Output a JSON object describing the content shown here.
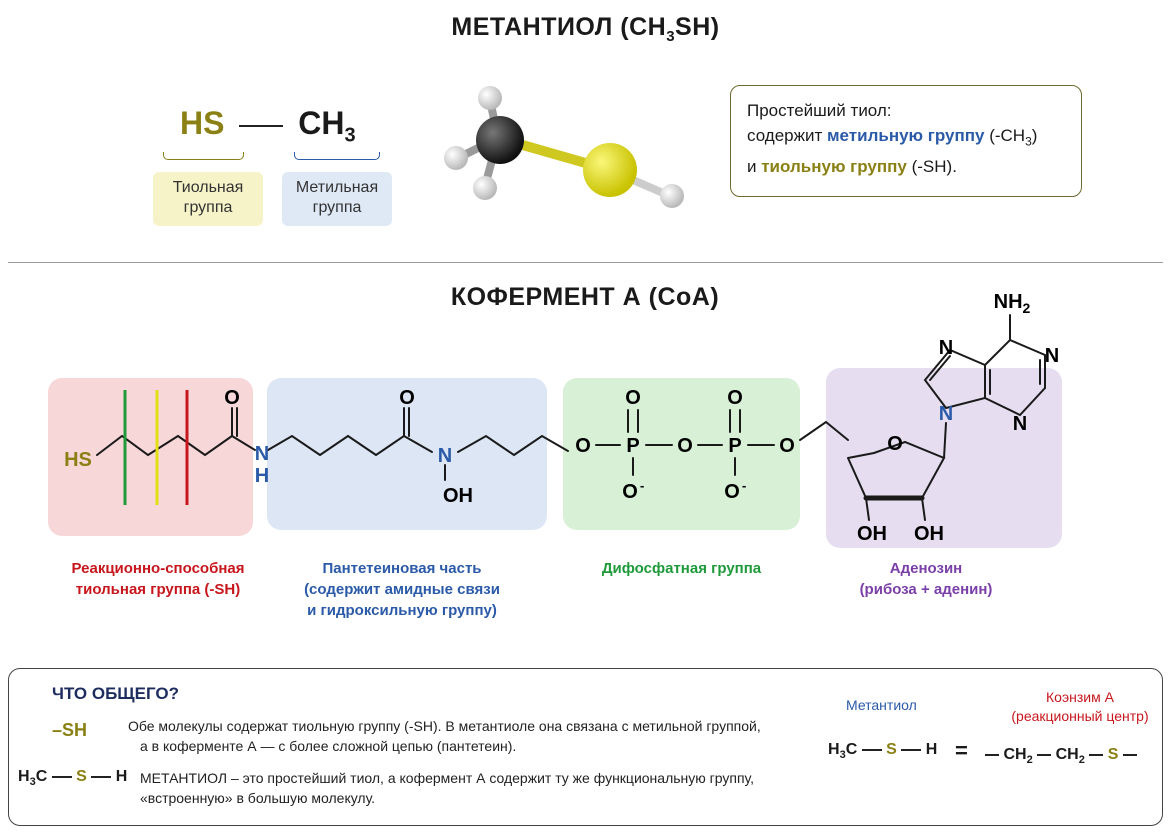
{
  "methanethiol": {
    "title_main": "МЕТАНТИОЛ (CH",
    "title_sub": "3",
    "title_end": "SH)",
    "formula_hs": "HS",
    "formula_ch": "CH",
    "formula_sub": "3",
    "thiol_group_label": "Тиольная\nгруппа",
    "methyl_group_label": "Метильная\nгруппа",
    "note_line1": "Простейший тиол:",
    "note_line2_a": "содержит ",
    "note_line2_b": "метильную группу",
    "note_line2_c": " (-CH",
    "note_line2_sub": "3",
    "note_line2_d": ")",
    "note_line3_a": "и ",
    "note_line3_b": "тиольную группу",
    "note_line3_c": " (-SH)."
  },
  "coa": {
    "title": "КОФЕРМЕНТ А (CoA)",
    "atoms": {
      "hs": "HS",
      "n_amide1": "N",
      "h_amide1": "H",
      "o1": "O",
      "o2": "O",
      "n2": "N",
      "oh": "OH",
      "o_link": "O",
      "p1": "P",
      "o_p1_top": "O",
      "o_minus1": "O",
      "o_mid": "O",
      "p2": "P",
      "o_p2_top": "O",
      "o_minus2": "O",
      "o_after": "O",
      "o_ring": "O",
      "oh_left": "OH",
      "oh_right": "OH",
      "n9": "N",
      "n7": "N",
      "n1": "N",
      "n3": "N",
      "nh2": "NH",
      "nh2_sub": "2",
      "minus": "-"
    },
    "captions": {
      "thiol": "Реакционно-способная\nтиольная группа (-SH)",
      "pantetheine": "Пантетеиновая часть\n(содержит амидные связи\nи гидроксильную группу)",
      "diphosphate": "Дифосфатная группа",
      "adenosine": "Аденозин\n(рибоза + аденин)"
    }
  },
  "common": {
    "title": "ЧТО ОБЩЕГО?",
    "sh_label": "–SH",
    "text1_line1": "Обе молекулы содержат тиольную группу (-SH). В метантиоле она связана с метильной группой,",
    "text1_line2": "а в коферменте А — с более сложной цепью (пантетеин).",
    "h3c": "H",
    "h3c_sub": "3",
    "h3c_c": "C",
    "s": "S",
    "h": "H",
    "text2_line1": "МЕТАНТИОЛ – это простейший тиол, а кофермент А содержит ту же функциональную группу,",
    "text2_line2": "«встроенную» в большую молекулу.",
    "right_label_left": "Метантиол",
    "right_label_right": "Коэнзим А\n(реакционный центр)",
    "equals": "=",
    "ch2": "CH",
    "ch2_sub": "2"
  },
  "colors": {
    "thiol_red": "#c8161d",
    "blue": "#2a5aa8",
    "green": "#1f9a3a",
    "purple": "#7b3fa8",
    "olive": "#8a8013",
    "sulfur": "#e2df14"
  }
}
